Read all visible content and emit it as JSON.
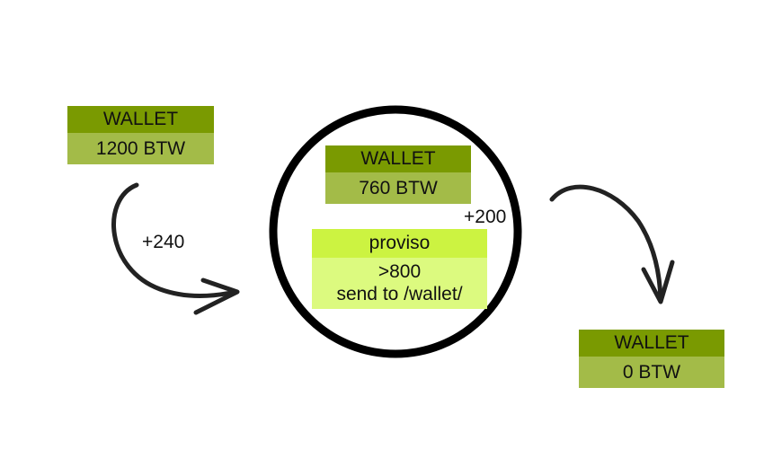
{
  "source_wallet": {
    "title": "WALLET",
    "amount": "1200 BTW"
  },
  "contract_wallet": {
    "title": "WALLET",
    "amount": "760 BTW"
  },
  "proviso": {
    "title": "proviso",
    "line1": ">800",
    "line2": "send to /wallet/"
  },
  "target_wallet": {
    "title": "WALLET",
    "amount": "0 BTW"
  },
  "transfers": {
    "incoming": "+240",
    "outgoing": "+200"
  },
  "colors": {
    "wallet_header": "#7a9a01",
    "wallet_body": "#a3bb48",
    "proviso_header": "#ccf341",
    "proviso_body": "#dcfa7f"
  }
}
